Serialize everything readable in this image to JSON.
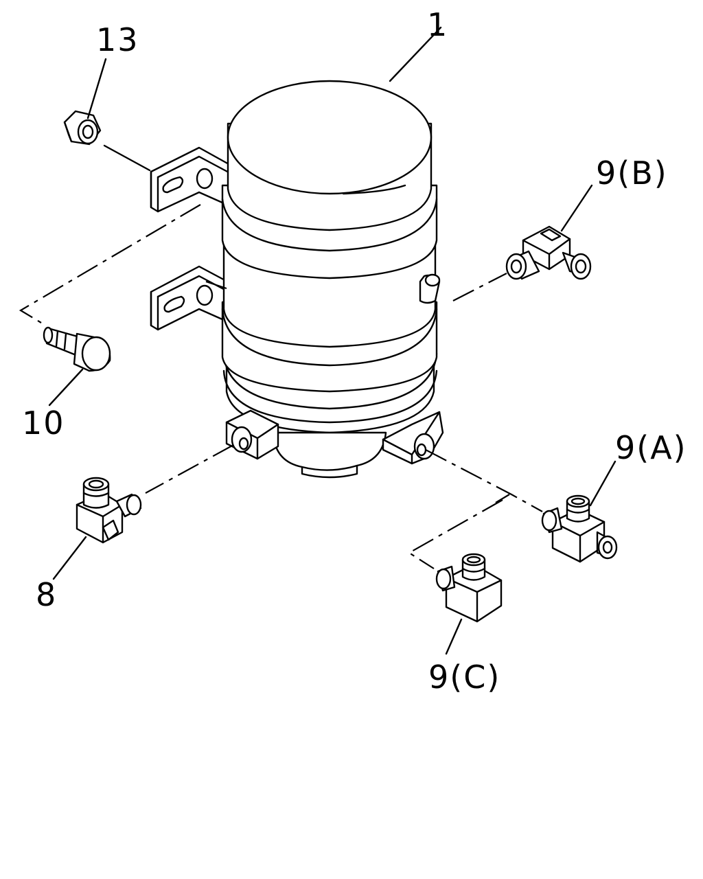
{
  "callouts": {
    "part_1": "1",
    "part_13": "13",
    "part_10": "10",
    "part_8": "8",
    "part_9a": "9(A)",
    "part_9b": "9(B)",
    "part_9c": "9(C)"
  },
  "colors": {
    "ink": "#000000",
    "paper": "#ffffff"
  }
}
